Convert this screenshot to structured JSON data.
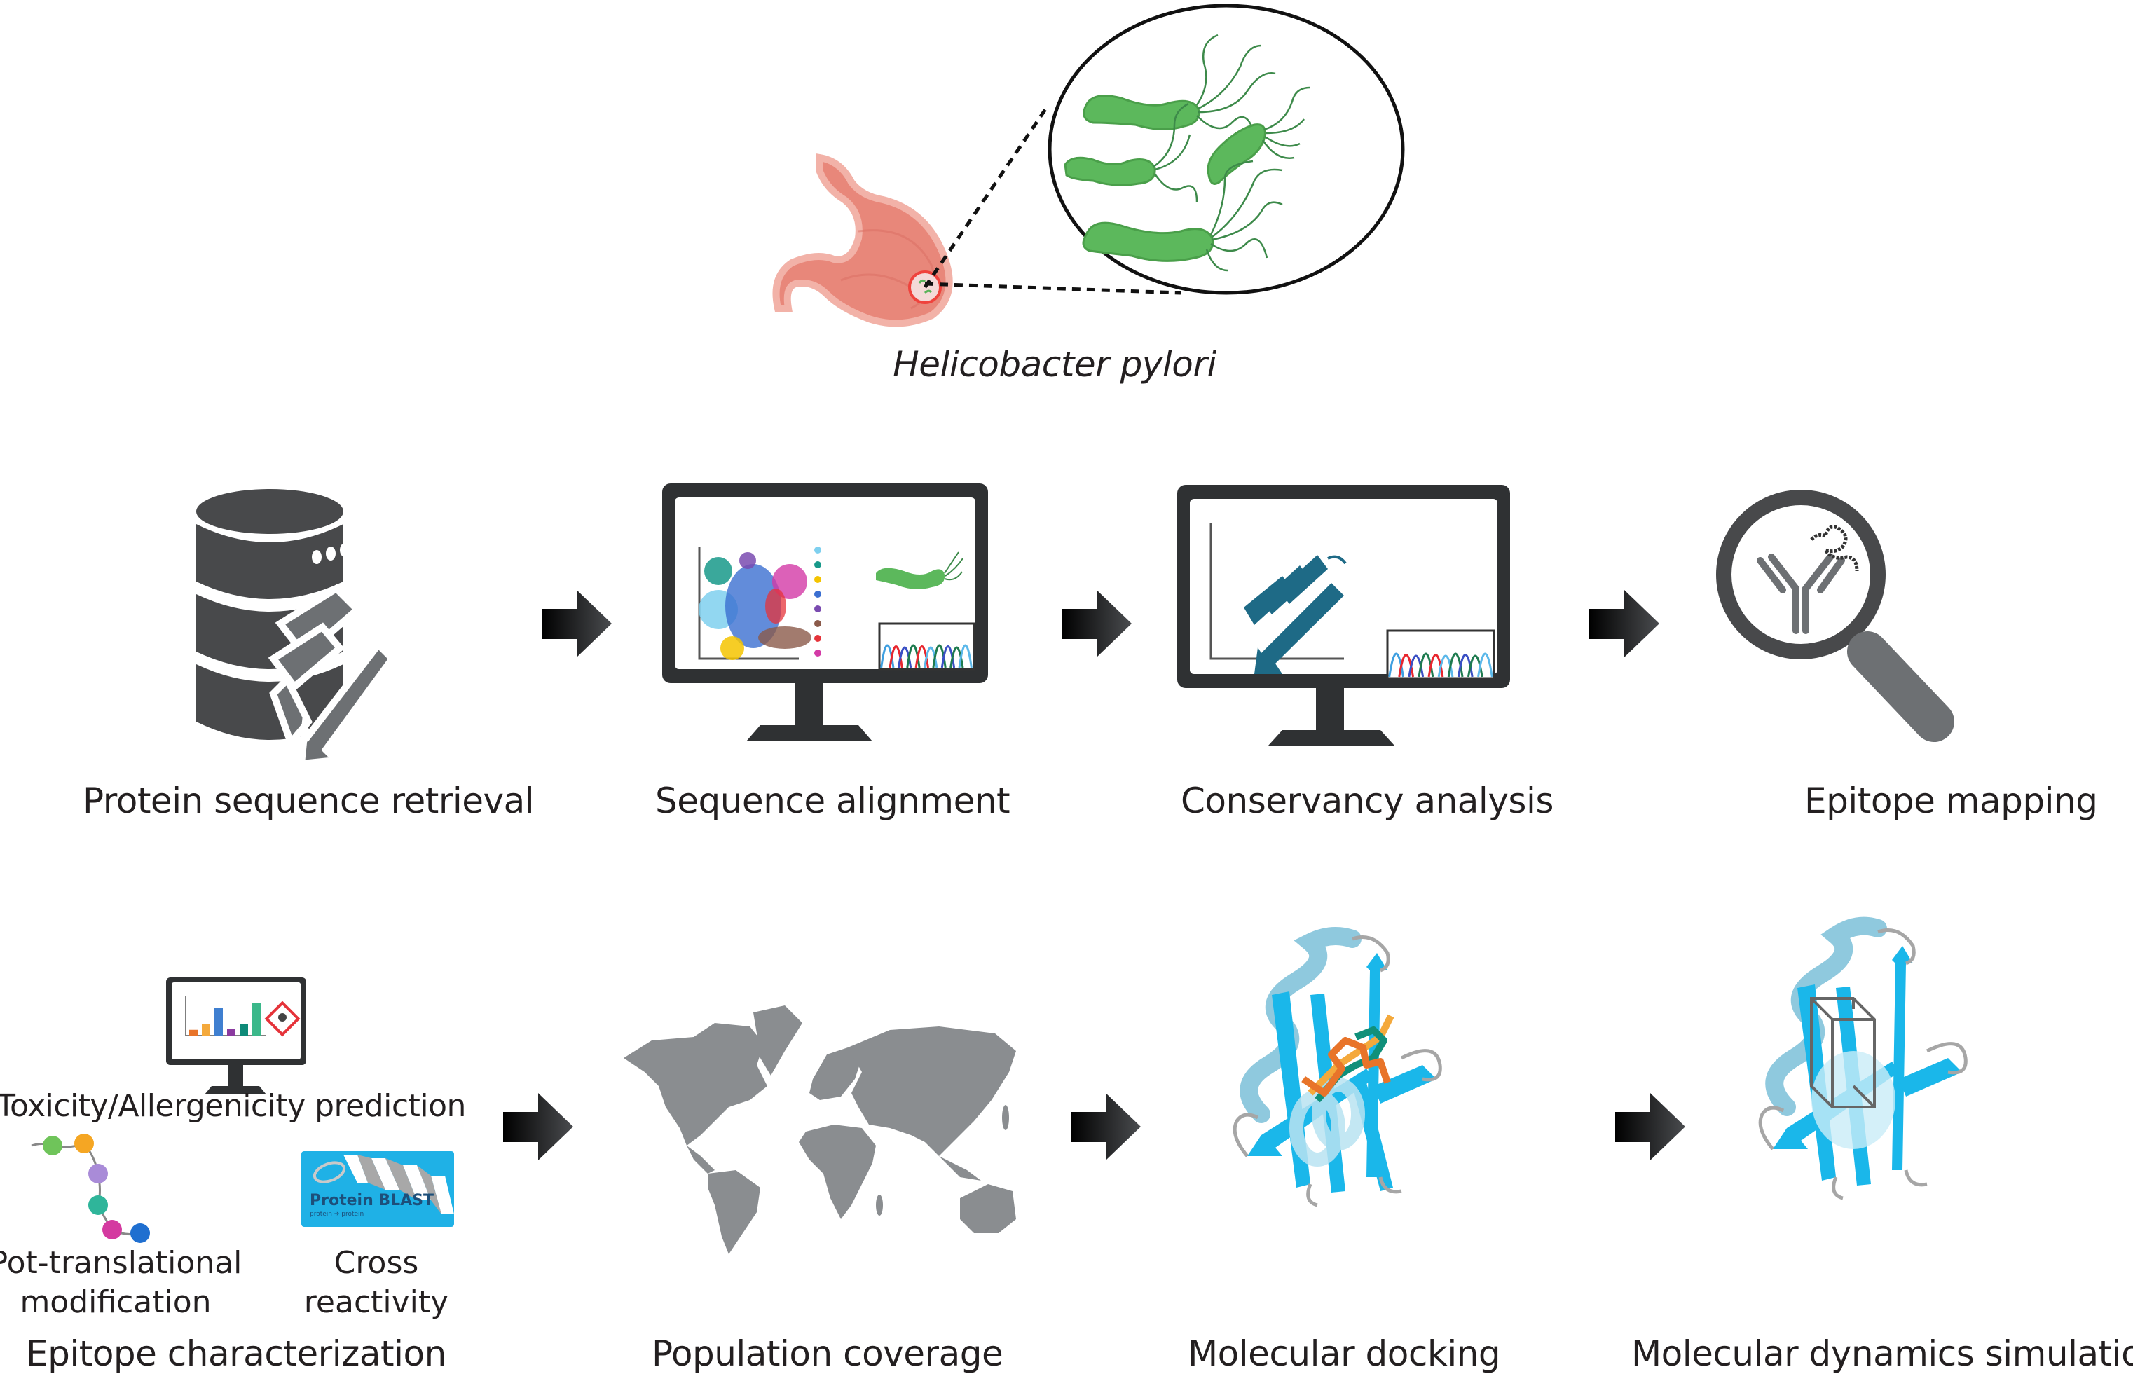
{
  "header": {
    "organism_label": "Helicobacter pylori"
  },
  "workflow": {
    "row1": [
      {
        "id": "protein-sequence-retrieval",
        "label": "Protein sequence retrieval",
        "icon": "database-protein-icon"
      },
      {
        "id": "sequence-alignment",
        "label": "Sequence alignment",
        "icon": "monitor-alignment-icon"
      },
      {
        "id": "conservancy-analysis",
        "label": "Conservancy analysis",
        "icon": "monitor-conservancy-icon"
      },
      {
        "id": "epitope-mapping",
        "label": "Epitope mapping",
        "icon": "magnifier-antibody-icon"
      }
    ],
    "row2": [
      {
        "id": "epitope-characterization",
        "label": "Epitope characterization",
        "sub_items": [
          {
            "label": "Toxicity/Allergenicity prediction",
            "icon": "monitor-toxicity-icon"
          },
          {
            "label_line1": "Pot-translational",
            "label_line2": "modification",
            "icon": "ptm-chain-icon"
          },
          {
            "label_line1": "Cross",
            "label_line2": "reactivity",
            "icon": "protein-blast-icon"
          }
        ]
      },
      {
        "id": "population-coverage",
        "label": "Population coverage",
        "icon": "world-map-icon"
      },
      {
        "id": "molecular-docking",
        "label": "Molecular docking",
        "icon": "protein-ligand-icon"
      },
      {
        "id": "molecular-dynamics-simulation",
        "label": "Molecular dynamics simulation",
        "icon": "protein-box-icon"
      }
    ]
  },
  "blast_badge": {
    "title": "Protein BLAST",
    "subtitle": "protein ➔ protein"
  },
  "colors": {
    "text": "#231f20",
    "icon_dark": "#48494b",
    "icon_gray": "#6d7073",
    "map_gray": "#8a8d90",
    "bacteria_green": "#5cb85c",
    "stomach_pink": "#e8877a",
    "protein_blue": "#1ab7ea",
    "helix_light_blue": "#8fc9de",
    "ligand_orange": "#e8742a",
    "ligand_green": "#10907a",
    "conservancy_teal": "#1e6a86",
    "blast_blue": "#1fb1e6"
  },
  "chromatogram_colors": [
    "#3f9fe0",
    "#e8262e",
    "#3a4fc4",
    "#1e7b4f",
    "#e8262e",
    "#5bb8ea",
    "#1e7b4f",
    "#3a4fc4",
    "#1e7b4f",
    "#5bb8ea"
  ],
  "cluster_legend_colors": [
    "#7fd0ef",
    "#17998a",
    "#f4c400",
    "#3b6fd1",
    "#7a4bb0",
    "#8b5a4a",
    "#e5333a",
    "#d33aa6"
  ],
  "toxicity_bar_colors": [
    "#e8742a",
    "#f4a93c",
    "#3f7fd0",
    "#8b3aa0",
    "#0e8a78",
    "#3bb88a"
  ],
  "toxicity_bar_values": [
    0.15,
    0.3,
    0.72,
    0.18,
    0.3,
    0.85
  ],
  "ptm_bead_colors": [
    "#6fc45a",
    "#f5a623",
    "#a98bd8",
    "#2fb59a",
    "#d43aa0",
    "#1f6fd0"
  ]
}
